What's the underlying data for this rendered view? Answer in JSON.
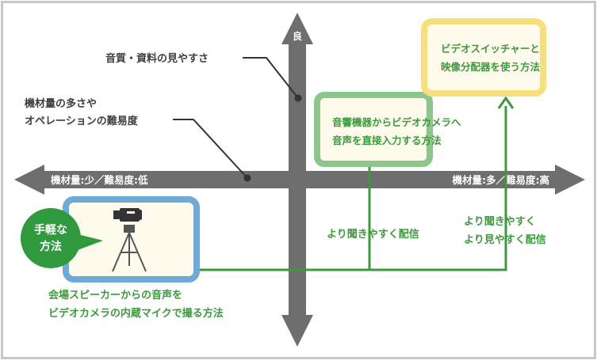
{
  "axes": {
    "vertical_top_label": "良",
    "horizontal_left_label": "機材量:少／難易度:低",
    "horizontal_right_label": "機材量:多／難易度:高"
  },
  "annotations": {
    "vertical_axis_meaning": "音質・資料の見やすさ",
    "horizontal_axis_meaning_line1": "機材量の多さや",
    "horizontal_axis_meaning_line2": "オペレーションの難易度"
  },
  "methods": {
    "speaker_recording": {
      "badge_line1": "手軽な",
      "badge_line2": "方法",
      "caption_line1": "会場スピーカーからの音声を",
      "caption_line2": "ビデオカメラの内蔵マイクで撮る方法"
    },
    "direct_audio": {
      "line1": "音響機器からビデオカメラへ",
      "line2": "音声を直接入力する方法"
    },
    "video_switcher": {
      "line1": "ビデオスイッチャーと",
      "line2": "映像分配器を使う方法"
    }
  },
  "arrows": {
    "better_audio": "より聞きやすく配信",
    "better_audio_video_line1": "より聞きやすく",
    "better_audio_video_line2": "より見やすく配信"
  },
  "colors": {
    "axis": "#6e6e6e",
    "green": "#3c9a3c",
    "blue_box": "#6fa9d8",
    "green_box": "#8cc68a",
    "yellow_box": "#f7df7c",
    "box_fill": "#fffbec",
    "badge": "#2f9a3e",
    "text_dark": "#3d3d3d",
    "frame": "#c8c8c8"
  }
}
